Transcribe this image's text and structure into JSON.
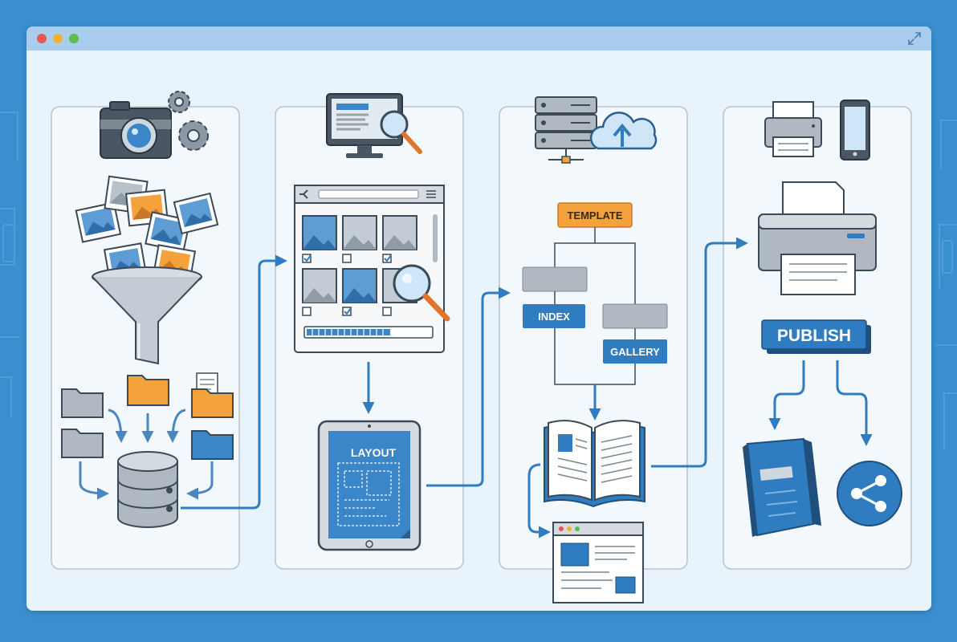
{
  "labels": {
    "layout": "LAYOUT",
    "template": "TEMPLATE",
    "index": "INDEX",
    "gallery": "GALLERY",
    "publish": "PUBLISH"
  },
  "colors": {
    "primary": "#2f7cc0",
    "accent_orange": "#f4a23c",
    "gray": "#9aa3ab",
    "dark": "#3c4a57",
    "panel_border": "#b9c4cc"
  }
}
